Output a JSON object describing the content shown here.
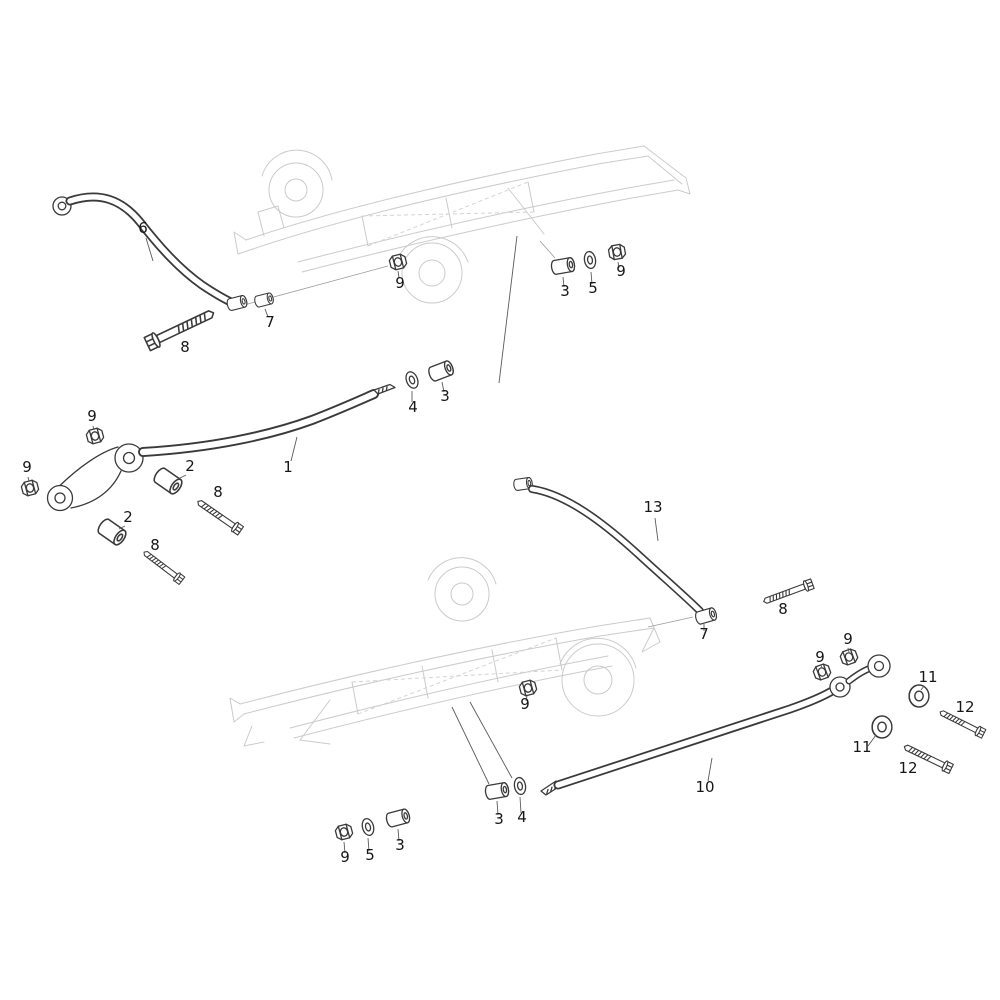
{
  "page": {
    "background": "#ffffff"
  },
  "colors": {
    "ink": "#3a3a3a",
    "faint": "#cbcbcb",
    "label": "#161616"
  },
  "labels": [
    {
      "text": "6"
    },
    {
      "text": "8"
    },
    {
      "text": "7"
    },
    {
      "text": "9"
    },
    {
      "text": "3"
    },
    {
      "text": "5"
    },
    {
      "text": "9"
    },
    {
      "text": "4"
    },
    {
      "text": "3"
    },
    {
      "text": "1"
    },
    {
      "text": "9"
    },
    {
      "text": "9"
    },
    {
      "text": "2"
    },
    {
      "text": "8"
    },
    {
      "text": "2"
    },
    {
      "text": "8"
    },
    {
      "text": "13"
    },
    {
      "text": "8"
    },
    {
      "text": "7"
    },
    {
      "text": "9"
    },
    {
      "text": "9"
    },
    {
      "text": "9"
    },
    {
      "text": "11"
    },
    {
      "text": "12"
    },
    {
      "text": "11"
    },
    {
      "text": "12"
    },
    {
      "text": "10"
    },
    {
      "text": "3"
    },
    {
      "text": "4"
    },
    {
      "text": "9"
    },
    {
      "text": "5"
    },
    {
      "text": "3"
    }
  ]
}
